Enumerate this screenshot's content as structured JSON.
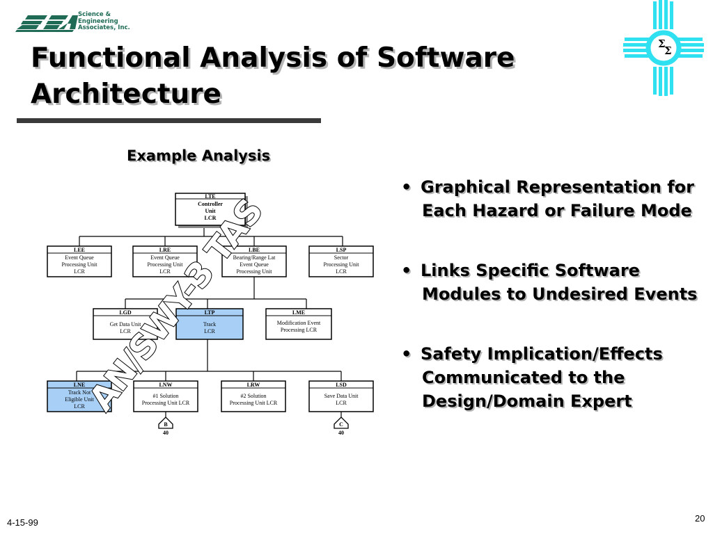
{
  "logo": {
    "wordmark": "SEA",
    "lines": [
      "Science &",
      "Engineering",
      "Associates, Inc."
    ]
  },
  "slide": {
    "title": "Functional Analysis of Software Architecture",
    "subtitle": "Example Analysis",
    "date": "4-15-99",
    "page": "20"
  },
  "emblem": {
    "symbol": "Σ",
    "icon": "zia-sun-symbol"
  },
  "colors": {
    "title_shadow": "#b5b5b5",
    "logo_green": "#1f6b55",
    "zia_cyan": "#2ee0f0",
    "highlight_box": "#a8cff5",
    "watermark": "#ffffff"
  },
  "diagram": {
    "watermark": "AN/SWY-3 TAS",
    "boxes": [
      {
        "id": "LTE",
        "name": "Controller",
        "lines": [
          "Controller",
          "Unit",
          "LCR"
        ],
        "highlight": false,
        "root": true
      },
      {
        "id": "LEE",
        "lines": [
          "Event Queue",
          "Processing Unit",
          "LCR"
        ],
        "highlight": false
      },
      {
        "id": "LRE",
        "lines": [
          "Event Queue",
          "Processing Unit",
          "LCR"
        ],
        "highlight": false
      },
      {
        "id": "LBE",
        "lines": [
          "Bearing/Range Lat",
          "Event Queue",
          "Processing Unit"
        ],
        "highlight": false
      },
      {
        "id": "LSP",
        "lines": [
          "Sector",
          "Processing Unit",
          "LCR"
        ],
        "highlight": false
      },
      {
        "id": "LGD",
        "lines": [
          "Get Data Unit",
          "LCR"
        ],
        "highlight": false
      },
      {
        "id": "LTP",
        "lines": [
          "Track",
          "LCR"
        ],
        "highlight": true
      },
      {
        "id": "LME",
        "lines": [
          "Modification Event",
          "Processing   LCR"
        ],
        "highlight": false
      },
      {
        "id": "LNE",
        "lines": [
          "Track Not",
          "Eligible Unit",
          "LCR"
        ],
        "highlight": true
      },
      {
        "id": "LNW",
        "lines": [
          "#1 Solution",
          "Processing Unit  LCR"
        ],
        "highlight": false
      },
      {
        "id": "LRW",
        "lines": [
          "#2 Solution",
          "Processing Unit  LCR"
        ],
        "highlight": false
      },
      {
        "id": "LSD",
        "lines": [
          "Save Data Unit",
          "LCR"
        ],
        "highlight": false
      }
    ],
    "connectors": [
      {
        "label": "B",
        "page": "40"
      },
      {
        "label": "C",
        "page": "40"
      }
    ]
  },
  "bullets": [
    {
      "marker": "•",
      "text": "Graphical Representation for Each Hazard or Failure Mode"
    },
    {
      "marker": "•",
      "text": "Links Specific Software Modules to Undesired Events"
    },
    {
      "marker": "•",
      "text": "Safety Implication/Effects Communicated to the Design/Domain Expert"
    }
  ]
}
